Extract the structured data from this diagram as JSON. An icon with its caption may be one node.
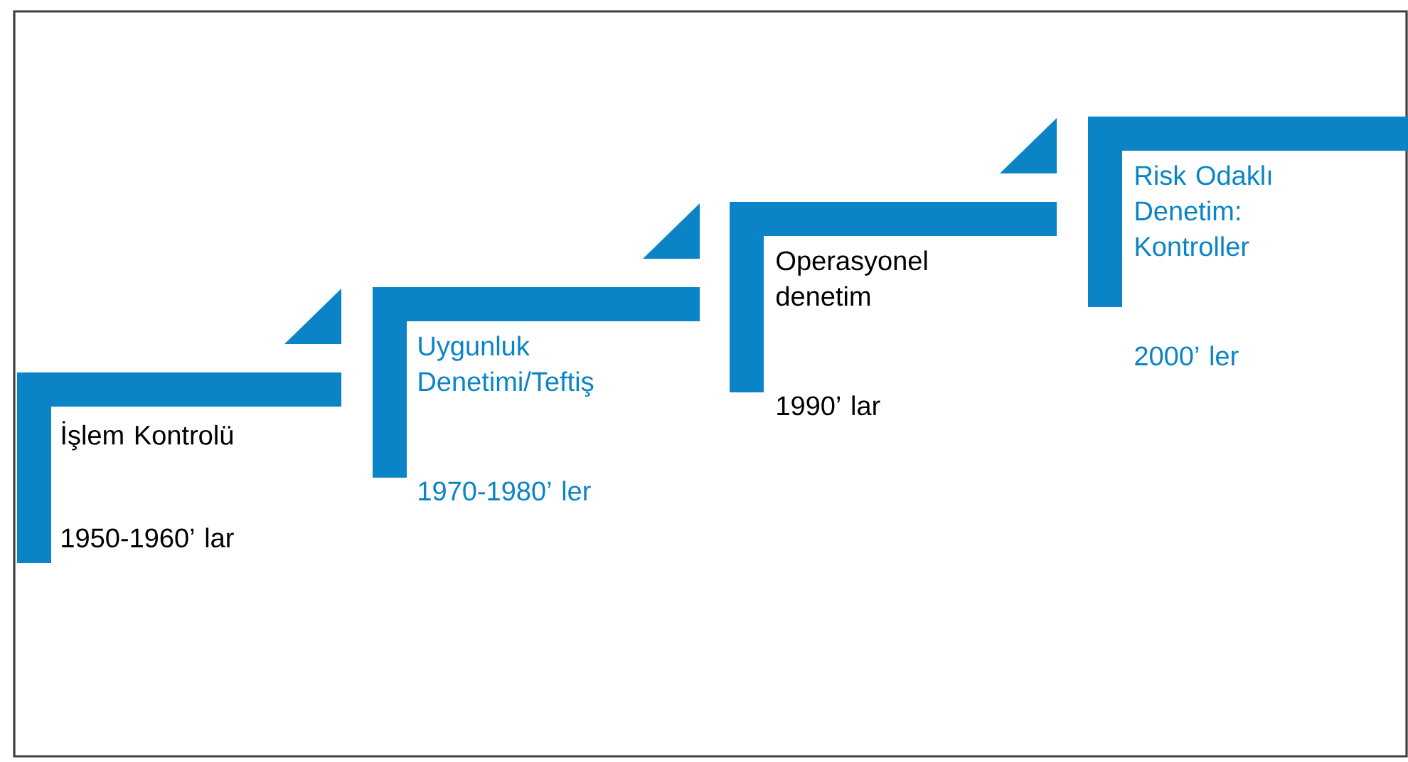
{
  "diagram": {
    "nodes": [
      {
        "text": [
          "İşlem Kontrolü",
          "1950-1960’ lar"
        ]
      },
      {
        "text": [
          "Uygunluk Denetimi/Teftiş",
          "1970-1980’ ler"
        ]
      },
      {
        "text": [
          "Operasyonel denetim",
          "1990’ lar"
        ]
      },
      {
        "text": [
          "Risk Odaklı Denetim: Kontroller",
          "2000’ ler"
        ]
      }
    ]
  }
}
